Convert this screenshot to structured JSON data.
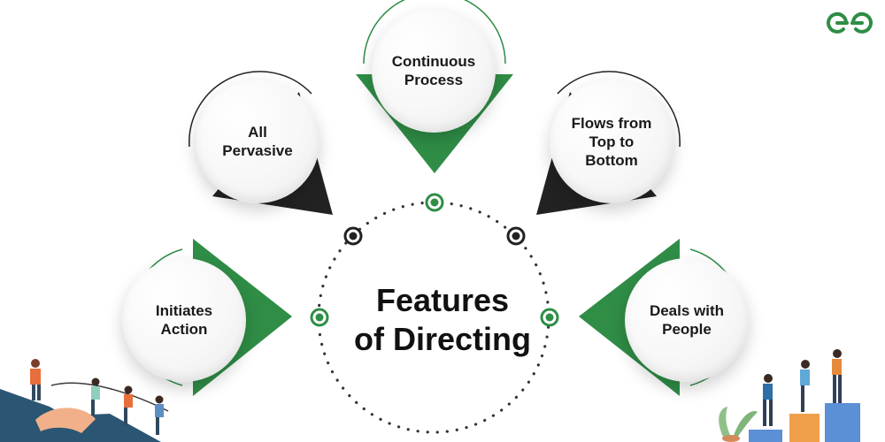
{
  "diagram": {
    "title_lines": [
      "Features",
      "of Directing"
    ],
    "features": [
      {
        "id": "continuous",
        "lines": [
          "Continuous",
          "Process"
        ],
        "accent": "#2f8d46"
      },
      {
        "id": "pervasive",
        "lines": [
          "All",
          "Pervasive"
        ],
        "accent": "#222222"
      },
      {
        "id": "flows",
        "lines": [
          "Flows from",
          "Top to",
          "Bottom"
        ],
        "accent": "#222222"
      },
      {
        "id": "initiates",
        "lines": [
          "Initiates",
          "Action"
        ],
        "accent": "#2f8d46"
      },
      {
        "id": "people",
        "lines": [
          "Deals with",
          "People"
        ],
        "accent": "#2f8d46"
      }
    ]
  },
  "colors": {
    "green": "#2f8d46",
    "dark": "#222222",
    "dot": "#333333"
  },
  "icons": {
    "brand": "geeksforgeeks-logo-icon"
  }
}
